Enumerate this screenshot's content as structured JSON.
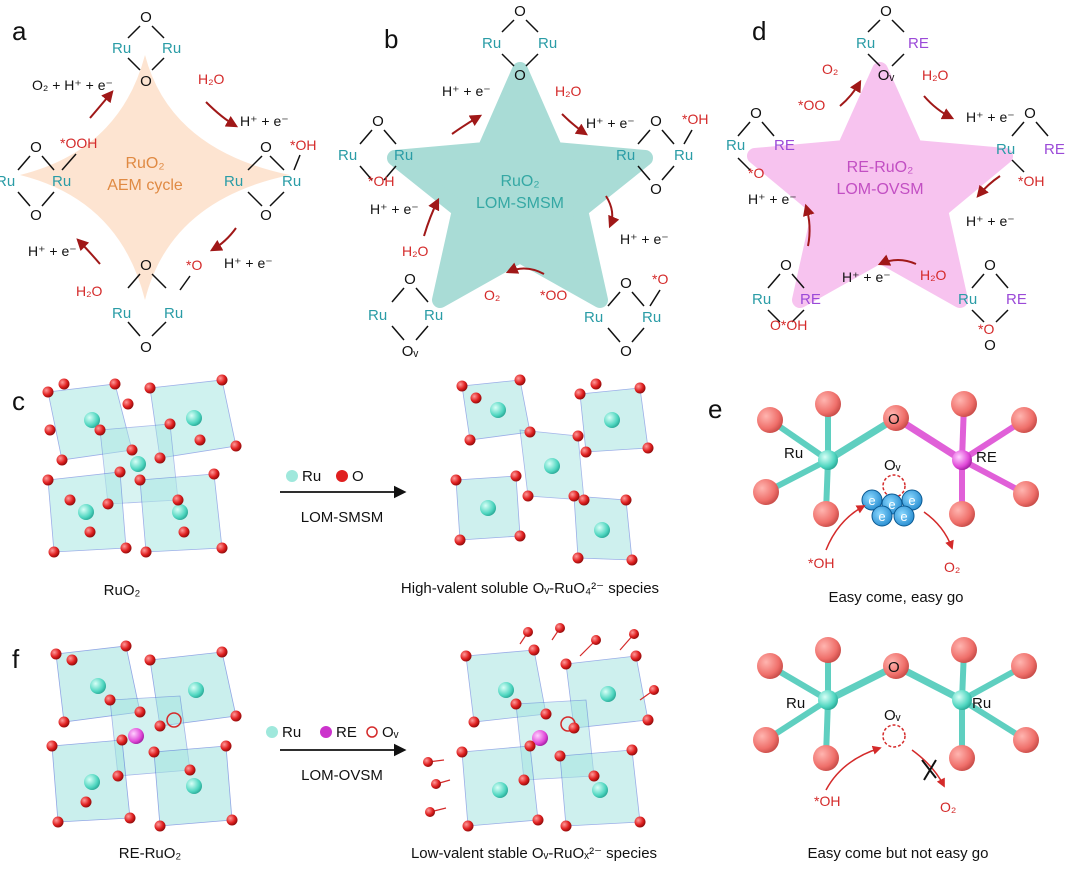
{
  "panels": {
    "a": {
      "letter": "a",
      "center_line1": "RuO₂",
      "center_line2": "AEM cycle",
      "ru": "Ru",
      "o": "O",
      "ooh": "*OOH",
      "oh": "*OH",
      "ostar": "*O",
      "h2o": "H₂O",
      "h_e": "H⁺ + e⁻",
      "o2_h_e": "O₂ + H⁺ + e⁻",
      "o2_part": "O₂"
    },
    "b": {
      "letter": "b",
      "center_line1": "RuO₂",
      "center_line2": "LOM-SMSM",
      "oo": "*OO",
      "o2": "O₂",
      "ov": "Oᵥ"
    },
    "d": {
      "letter": "d",
      "center_line1": "RE-RuO₂",
      "center_line2": "LOM-OVSM",
      "re": "RE",
      "ostar_oh": "O*OH"
    },
    "c": {
      "letter": "c",
      "legend_ru": "Ru",
      "legend_o": "O",
      "arrow_label": "LOM-SMSM",
      "left_caption": "RuO₂",
      "right_caption": "High-valent soluble Oᵥ-RuO₄²⁻ species"
    },
    "e": {
      "letter": "e",
      "top_caption": "Easy come, easy go",
      "bottom_caption": "Easy come but not easy go",
      "electron": "e",
      "oh": "*OH",
      "o2": "O₂"
    },
    "f": {
      "letter": "f",
      "legend_ru": "Ru",
      "legend_re": "RE",
      "legend_ov": "Oᵥ",
      "arrow_label": "LOM-OVSM",
      "left_caption": "RE-RuO₂",
      "right_caption": "Low-valent stable Oᵥ-RuOₓ²⁻ species"
    }
  },
  "colors": {
    "ru": "#2a9ca6",
    "re": "#9b4ad8",
    "oxygen_red": "#d42a2a",
    "arrow_darkred": "#a01818",
    "aem_fill": "#fde3cf",
    "smsm_fill": "#a9dcd6",
    "ovsm_fill": "#f7c3ef",
    "crystal_cyan": "#9fe3df"
  }
}
